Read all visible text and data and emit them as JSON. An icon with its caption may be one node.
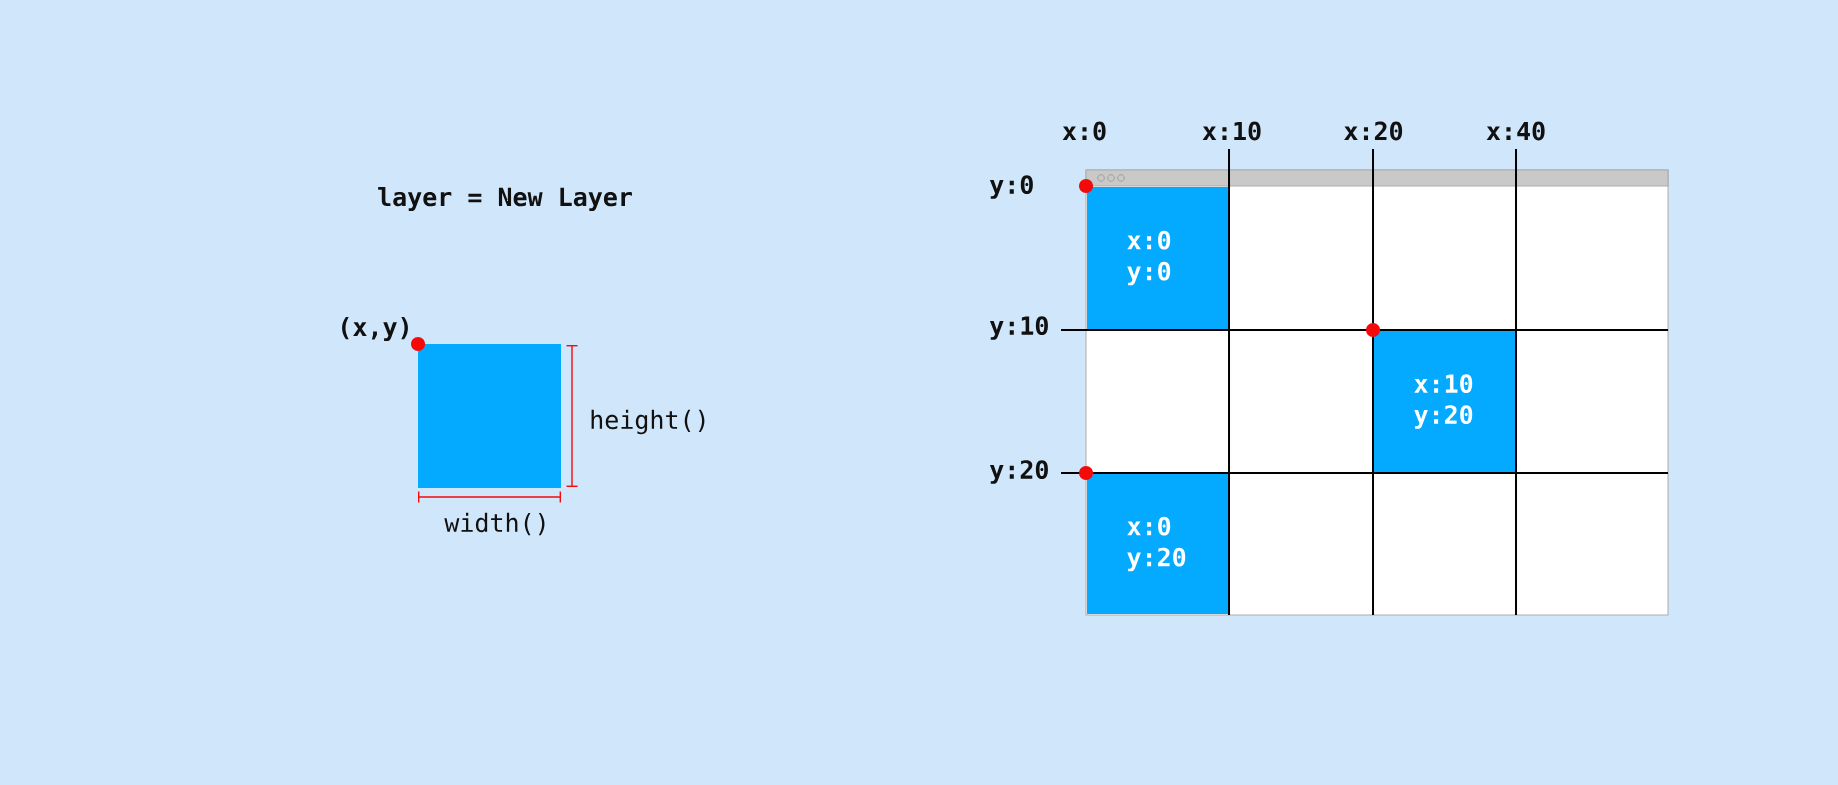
{
  "diagram": {
    "nodes": [
      {
        "text": [],
        "shape": "box"
      },
      {
        "text": [
          "x:0 y:0"
        ]
      },
      {
        "text": [
          "x:10 y:20"
        ]
      },
      {
        "text": [
          "x:0 y:20"
        ]
      }
    ],
    "labels": [
      "layer = New Layer",
      "(x,y)",
      "height()",
      "width()",
      "x:0",
      "x:10",
      "x:20",
      "x:40",
      "y:0",
      "y:10",
      "y:20"
    ]
  }
}
